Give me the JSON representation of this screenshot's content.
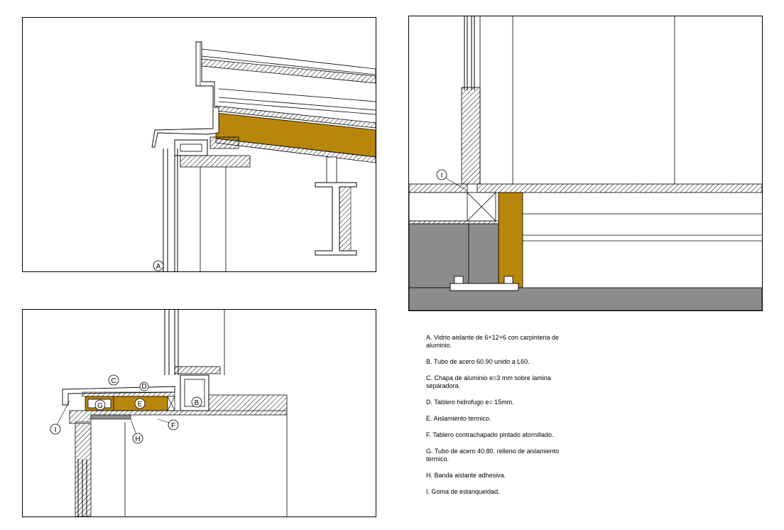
{
  "detail_labels": {
    "a": "A",
    "b": "B",
    "c": "C",
    "d": "D",
    "e": "E",
    "f": "F",
    "g": "G",
    "h": "H",
    "i": "I"
  },
  "legend": [
    "A. Vidrio aislante de 6+12+6 con carpinteria de aluminio.",
    "B. Tubo de acero 60.90 unido a L60.",
    "C. Chapa de aluminio e=3 mm sobre lamina separadora.",
    "D. Tablero hidrofugo e= 15mm.",
    "E. Aislamiento termico.",
    "F. Tablero contrachapado pintado atornillado.",
    "G. Tubo de acero 40.80. relleno de aislamiento termico.",
    "H. Banda aislante adhesiva.",
    "I. Goma de estanqueidad."
  ],
  "colors": {
    "insulation": "#b8860b",
    "concrete": "#8c8c8c",
    "line": "#000000",
    "hatch": "#000000"
  }
}
